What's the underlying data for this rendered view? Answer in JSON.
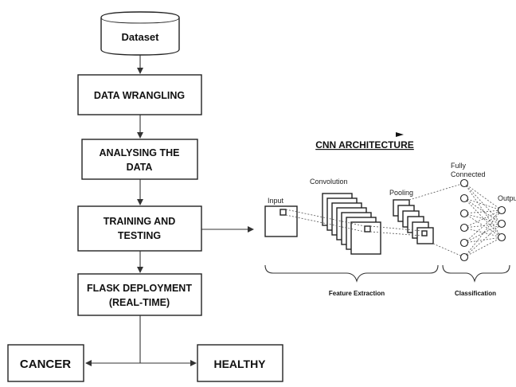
{
  "flowchart": {
    "dataset": "Dataset",
    "data_wrangling": "DATA WRANGLING",
    "analysing_line1": "ANALYSING THE",
    "analysing_line2": "DATA",
    "training_line1": "TRAINING AND",
    "training_line2": "TESTING",
    "flask_line1": "FLASK DEPLOYMENT",
    "flask_line2": "(REAL-TIME)",
    "cancer": "CANCER",
    "healthy": "HEALTHY"
  },
  "cnn": {
    "title": "CNN ARCHITECTURE",
    "input": "Input",
    "convolution": "Convolution",
    "pooling": "Pooling",
    "fully_connected_line1": "Fully",
    "fully_connected_line2": "Connected",
    "output": "Outpu",
    "feature_extraction": "Feature Extraction",
    "classification": "Classification"
  }
}
